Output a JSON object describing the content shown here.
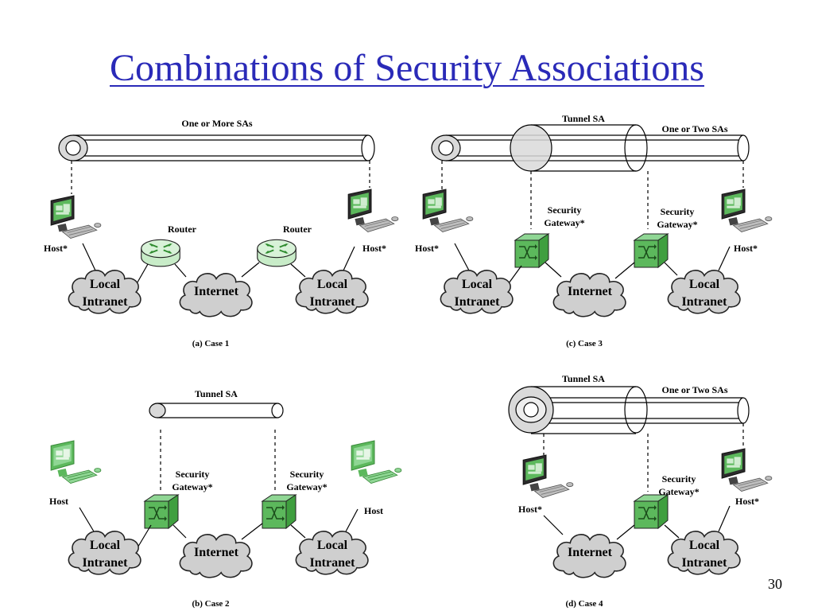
{
  "slide": {
    "title": "Combinations of Security Associations",
    "page_number": "30"
  },
  "case1": {
    "pipe_label": "One or More SAs",
    "router_label": "Router",
    "host_label": "Host*",
    "cloud_local": [
      "Local",
      "Intranet"
    ],
    "cloud_internet": "Internet",
    "caption": "(a) Case 1"
  },
  "case2": {
    "pipe_label": "Tunnel SA",
    "gateway_label": [
      "Security",
      "Gateway*"
    ],
    "host_label": "Host",
    "cloud_local": [
      "Local",
      "Intranet"
    ],
    "cloud_internet": "Internet",
    "caption": "(b) Case 2"
  },
  "case3": {
    "tunnel_label": "Tunnel SA",
    "pipe_label": "One or Two SAs",
    "gateway_label": [
      "Security",
      "Gateway*"
    ],
    "host_label": "Host*",
    "cloud_local": [
      "Local",
      "Intranet"
    ],
    "cloud_internet": "Internet",
    "caption": "(c) Case 3"
  },
  "case4": {
    "tunnel_label": "Tunnel SA",
    "pipe_label": "One or Two SAs",
    "gateway_label": [
      "Security",
      "Gateway*"
    ],
    "host_label": "Host*",
    "cloud_local": [
      "Local",
      "Intranet"
    ],
    "cloud_internet": "Internet",
    "caption": "(d) Case 4"
  },
  "colors": {
    "title": "#2a2ab8",
    "device_green": "#5cb85c",
    "device_light_green": "#8fd694",
    "cloud_gray": "#cfcfcf",
    "tunnel_fill": "#d9d9d9"
  },
  "icons": {
    "host": "desktop-computer-icon",
    "router": "router-icon",
    "gateway": "security-gateway-icon",
    "cloud": "cloud-icon"
  }
}
